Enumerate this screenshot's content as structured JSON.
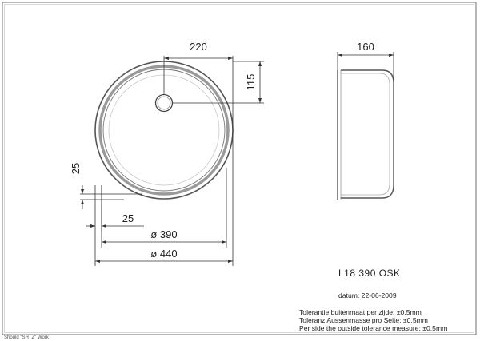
{
  "drawing": {
    "dimensions": {
      "top_width": "220",
      "top_offset": "115",
      "side_width": "160",
      "rim_left": "25",
      "rim_bottom": "25",
      "inner_diameter": "ø 390",
      "outer_diameter": "ø 440"
    },
    "model": "L18 390 OSK",
    "date": "datum: 22-06-2009",
    "tolerances": [
      "Tolerantie buitenmaat per zijde: ±0.5mm",
      "Toleranz Aussenmasse pro Seite: ±0.5mm",
      "Per side the outside tolerance measure: ±0.5mm"
    ],
    "credit": "Should \"SHTZ\" Work"
  }
}
